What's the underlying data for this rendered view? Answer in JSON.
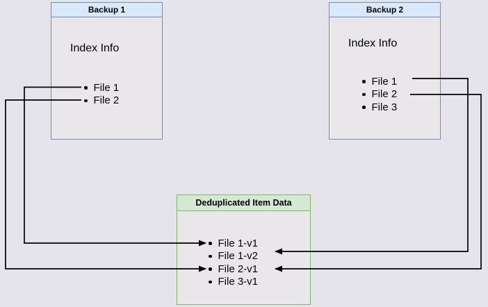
{
  "colors": {
    "page_bg": "#e5e4ea",
    "box_body": "#e9e7ea",
    "blue_border": "#6c8ebf",
    "blue_fill": "#dae8fc",
    "green_border": "#82b366",
    "green_fill": "#d5e8d4",
    "line": "#000000"
  },
  "boxes": {
    "backup1": {
      "title": "Backup 1",
      "label": "Index Info",
      "items": [
        "File 1",
        "File 2"
      ]
    },
    "backup2": {
      "title": "Backup 2",
      "label": "Index Info",
      "items": [
        "File 1",
        "File 2",
        "File 3"
      ]
    },
    "dedup": {
      "title": "Deduplicated Item Data",
      "items": [
        "File 1-v1",
        "File 1-v2",
        "File 2-v1",
        "File 3-v1"
      ]
    }
  },
  "connections": [
    {
      "from": "Backup 1: File 1",
      "to": "Deduplicated Item Data: File 1-v1"
    },
    {
      "from": "Backup 1: File 2",
      "to": "Deduplicated Item Data: File 2-v1"
    },
    {
      "from": "Backup 2: File 1",
      "to": "Deduplicated Item Data: File 1-v2"
    },
    {
      "from": "Backup 2: File 2",
      "to": "Deduplicated Item Data: File 2-v1"
    }
  ]
}
